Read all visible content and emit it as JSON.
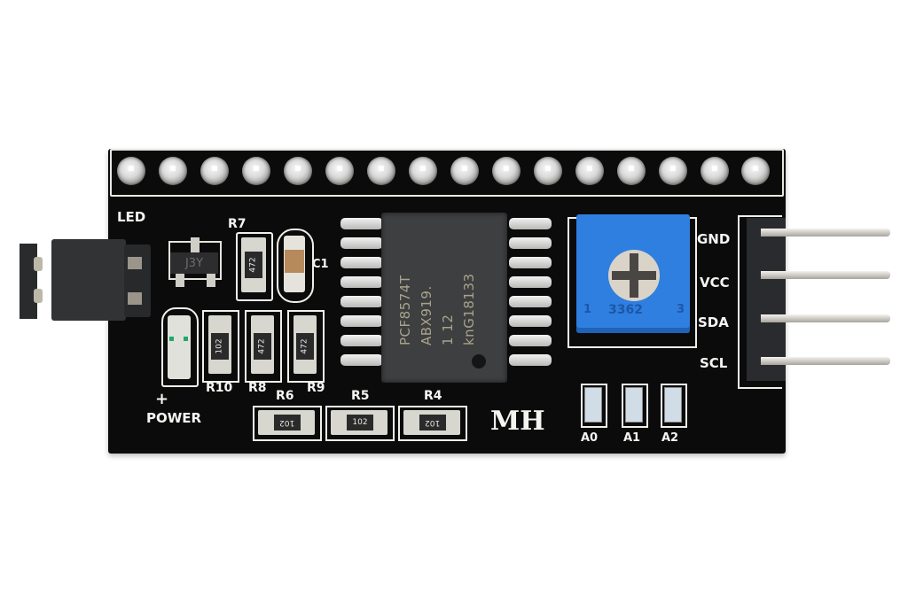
{
  "image": {
    "subject": "I2C LCD adapter backpack board (PCF8574T)",
    "background_color": "#ffffff",
    "pcb_color": "#0b0b0c",
    "silkscreen_color": "#f4f4f0"
  },
  "header_pins": {
    "count": 16
  },
  "chip": {
    "lines": [
      "PCF8574T",
      "ABX919.",
      "1      12",
      "knG18133"
    ],
    "leads_per_side": 8
  },
  "potentiometer": {
    "label": "3362",
    "pin_left": "1",
    "pin_right": "3",
    "color": "#2f7fe0"
  },
  "i2c_header": {
    "pins": [
      "GND",
      "VCC",
      "SDA",
      "SCL"
    ]
  },
  "transistor": {
    "marking": "J3Y"
  },
  "labels": {
    "led": "LED",
    "power": "POWER",
    "plus": "+",
    "brand": "MH",
    "capacitor": "C1"
  },
  "resistors": [
    {
      "ref": "R7",
      "value": "472"
    },
    {
      "ref": "R10",
      "value": "102"
    },
    {
      "ref": "R8",
      "value": "472"
    },
    {
      "ref": "R9",
      "value": "472"
    },
    {
      "ref": "R6",
      "value": "102"
    },
    {
      "ref": "R5",
      "value": "102"
    },
    {
      "ref": "R4",
      "value": "102"
    }
  ],
  "address_jumpers": [
    "A0",
    "A1",
    "A2"
  ]
}
